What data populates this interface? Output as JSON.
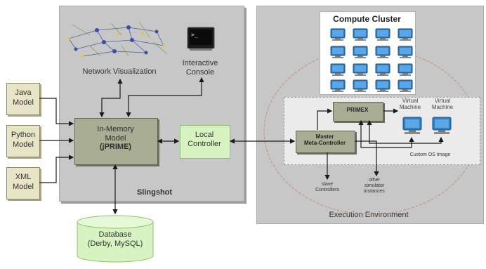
{
  "slingshot": {
    "title": "Slingshot",
    "network_visualization": "Network Visualization",
    "interactive_console": [
      "Interactive",
      "Console"
    ],
    "in_memory_model": [
      "In-Memory",
      "Model",
      "(jPRIME)"
    ],
    "local_controller": [
      "Local",
      "Controller"
    ]
  },
  "models": [
    [
      "Java",
      "Model"
    ],
    [
      "Python",
      "Model"
    ],
    [
      "XML",
      "Model"
    ]
  ],
  "database": [
    "Database",
    "(Derby, MySQL)"
  ],
  "execution": {
    "title": "Execution Environment",
    "compute_cluster": "Compute Cluster",
    "primex": "PRIMEX",
    "master_meta_controller": [
      "Master",
      "Meta-Controller"
    ],
    "virtual_machine": [
      "Virtual",
      "Machine"
    ],
    "custom_os_image": "Custom OS Image",
    "slave_controllers": [
      "slave",
      "Controllers"
    ],
    "other_simulator_instances": [
      "other",
      "simulator",
      "instances"
    ]
  },
  "colors": {
    "panel_gray": "#c7c7c7",
    "model_box": "#a9ad94",
    "controller_green": "#d8f3c2",
    "monitor_blue": "#2f7fc4",
    "boundary_red": "#c98e7e"
  },
  "icons": [
    "network-graph-icon",
    "terminal-icon",
    "computer-icon",
    "database-cylinder-icon"
  ]
}
